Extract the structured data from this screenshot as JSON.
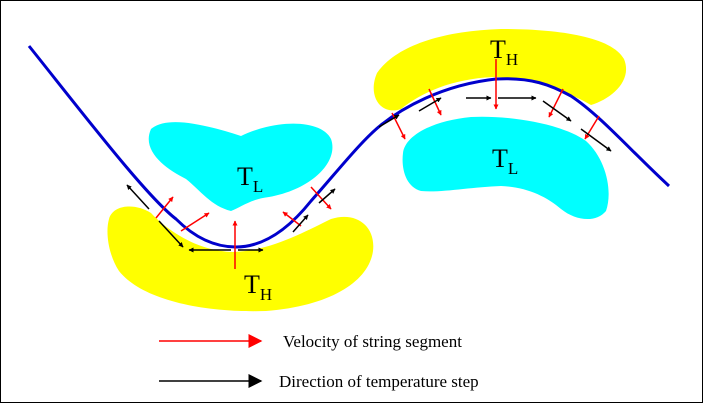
{
  "regions": {
    "cold_label": "T",
    "cold_sub": "L",
    "hot_label": "T",
    "hot_sub": "H"
  },
  "legend": {
    "velocity": "Velocity of string segment",
    "direction": "Direction of temperature step"
  },
  "colors": {
    "hot": "#ffff00",
    "cold": "#00ffff",
    "string": "#0000cc",
    "velocity_arrow": "#ff0000",
    "direction_arrow": "#000000"
  }
}
